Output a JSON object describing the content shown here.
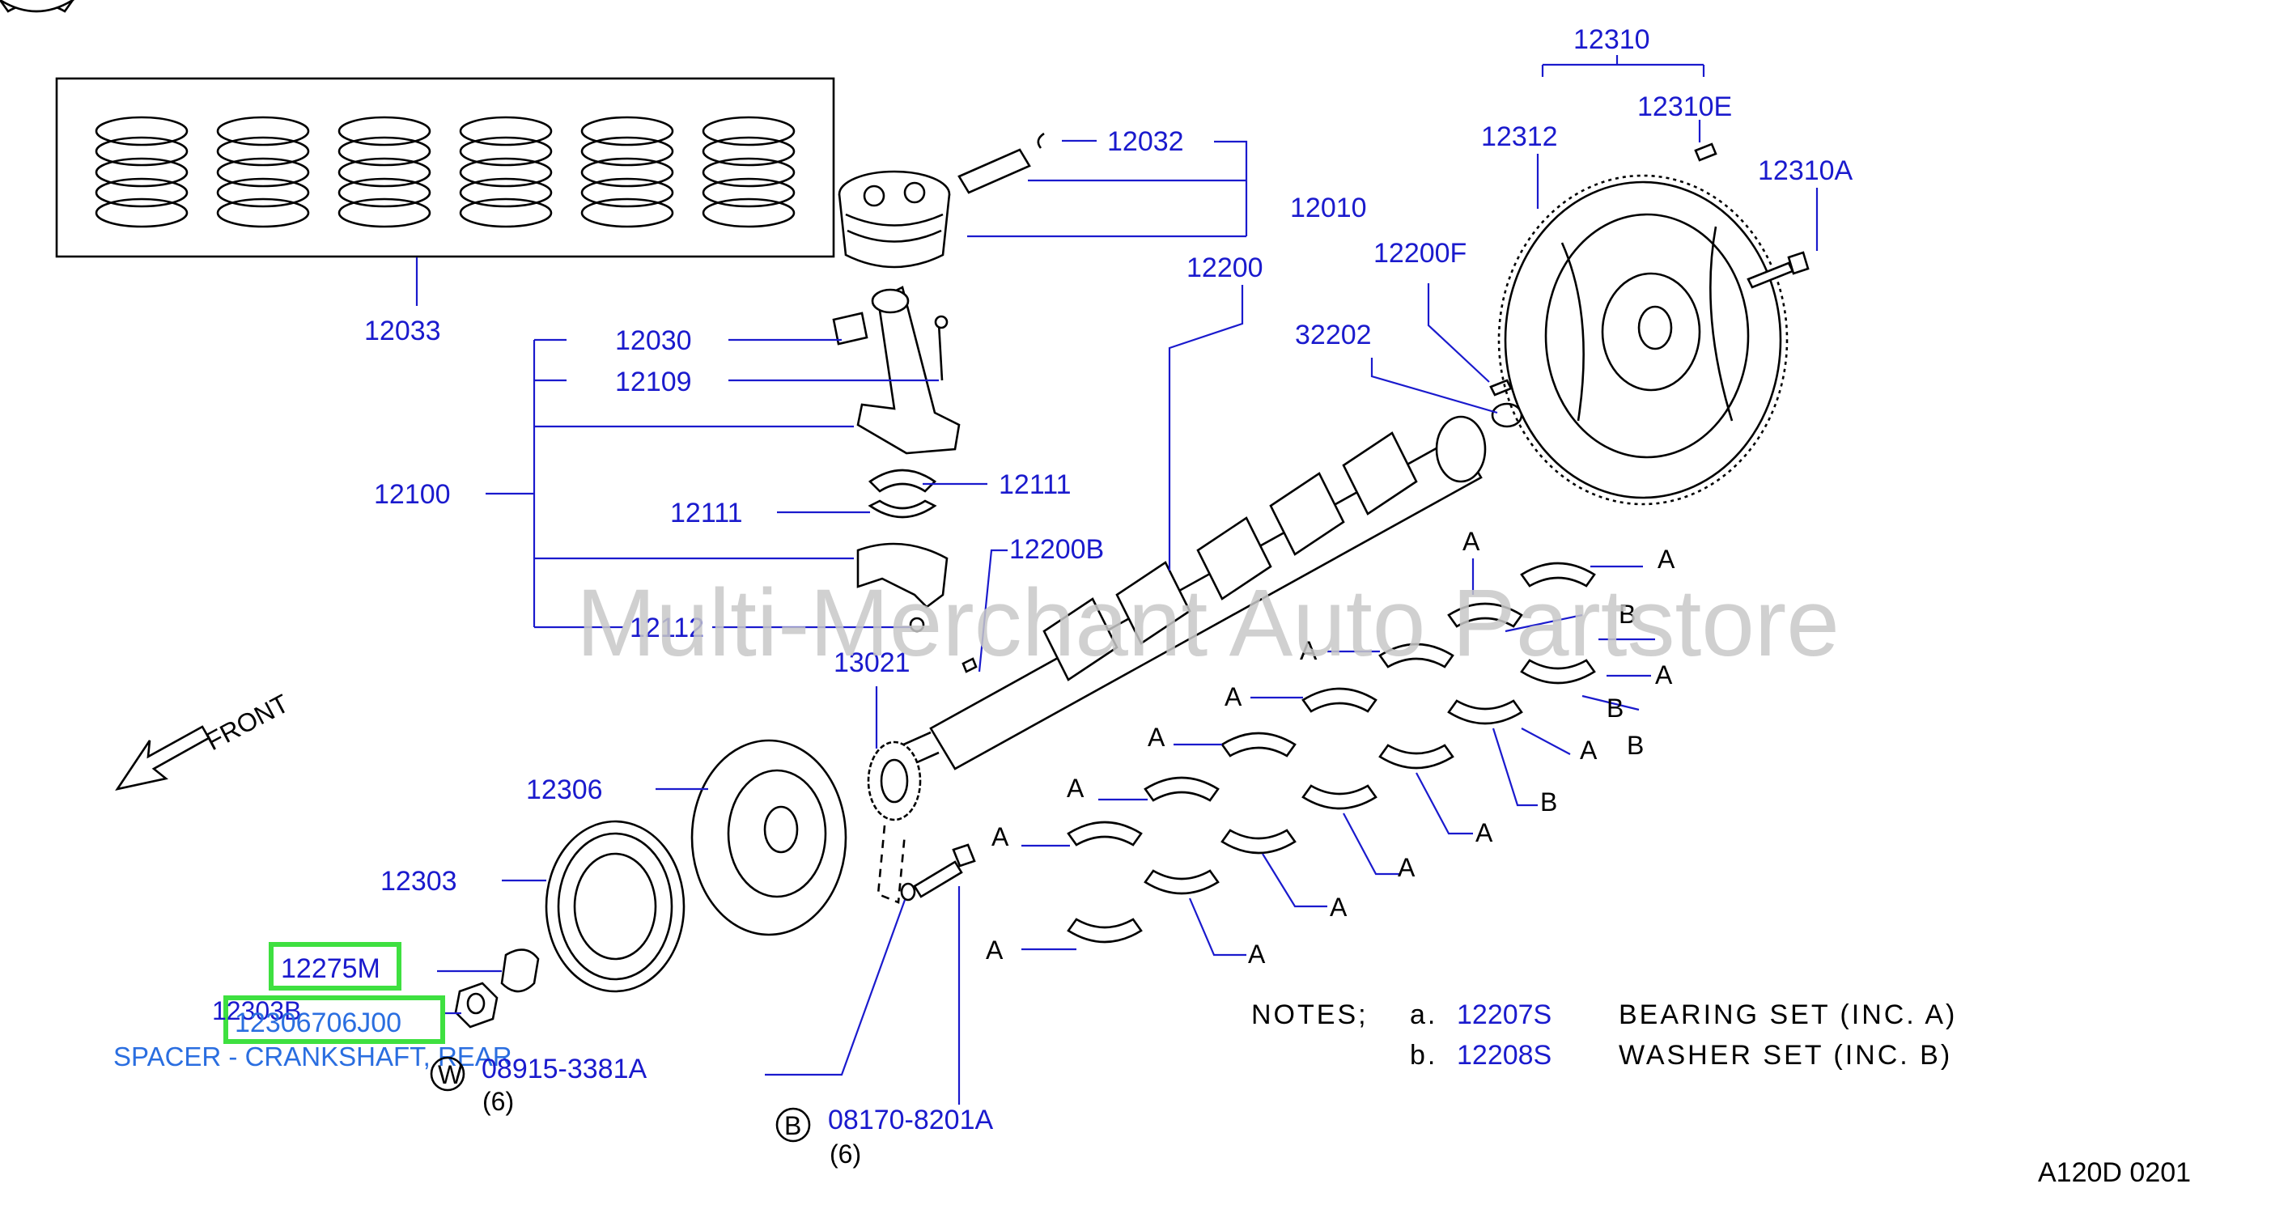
{
  "watermark": "Multi-Merchant Auto Partstore",
  "front_label": "FRONT",
  "diagram_code": "A120D  0201",
  "parts": {
    "p12310": "12310",
    "p12310E": "12310E",
    "p12312": "12312",
    "p12310A": "12310A",
    "p12032": "12032",
    "p12010": "12010",
    "p12200": "12200",
    "p12200F": "12200F",
    "p32202": "32202",
    "p12033": "12033",
    "p12030": "12030",
    "p12109": "12109",
    "p12100": "12100",
    "p12111a": "12111",
    "p12111b": "12111",
    "p12200B": "12200B",
    "p12112": "12112",
    "p13021": "13021",
    "p12306": "12306",
    "p12303": "12303",
    "p12275M": "12275M",
    "p12303B": "12303B",
    "p12306J": "12306706J00",
    "spacer": "SPACER - CRANKSHAFT, REAR",
    "p08915": "08915-3381A",
    "p08170": "08170-8201A",
    "qty_w": "(6)",
    "qty_b": "(6)",
    "mark_w": "W",
    "mark_b": "B"
  },
  "notes": {
    "heading": "NOTES;",
    "a_letter": "a.",
    "a_part": "12207S",
    "a_text": "BEARING  SET  (INC.  A)",
    "b_letter": "b.",
    "b_part": "12208S",
    "b_text": "WASHER  SET  (INC.  B)"
  },
  "bearing_marks": {
    "A": "A",
    "B": "B"
  }
}
